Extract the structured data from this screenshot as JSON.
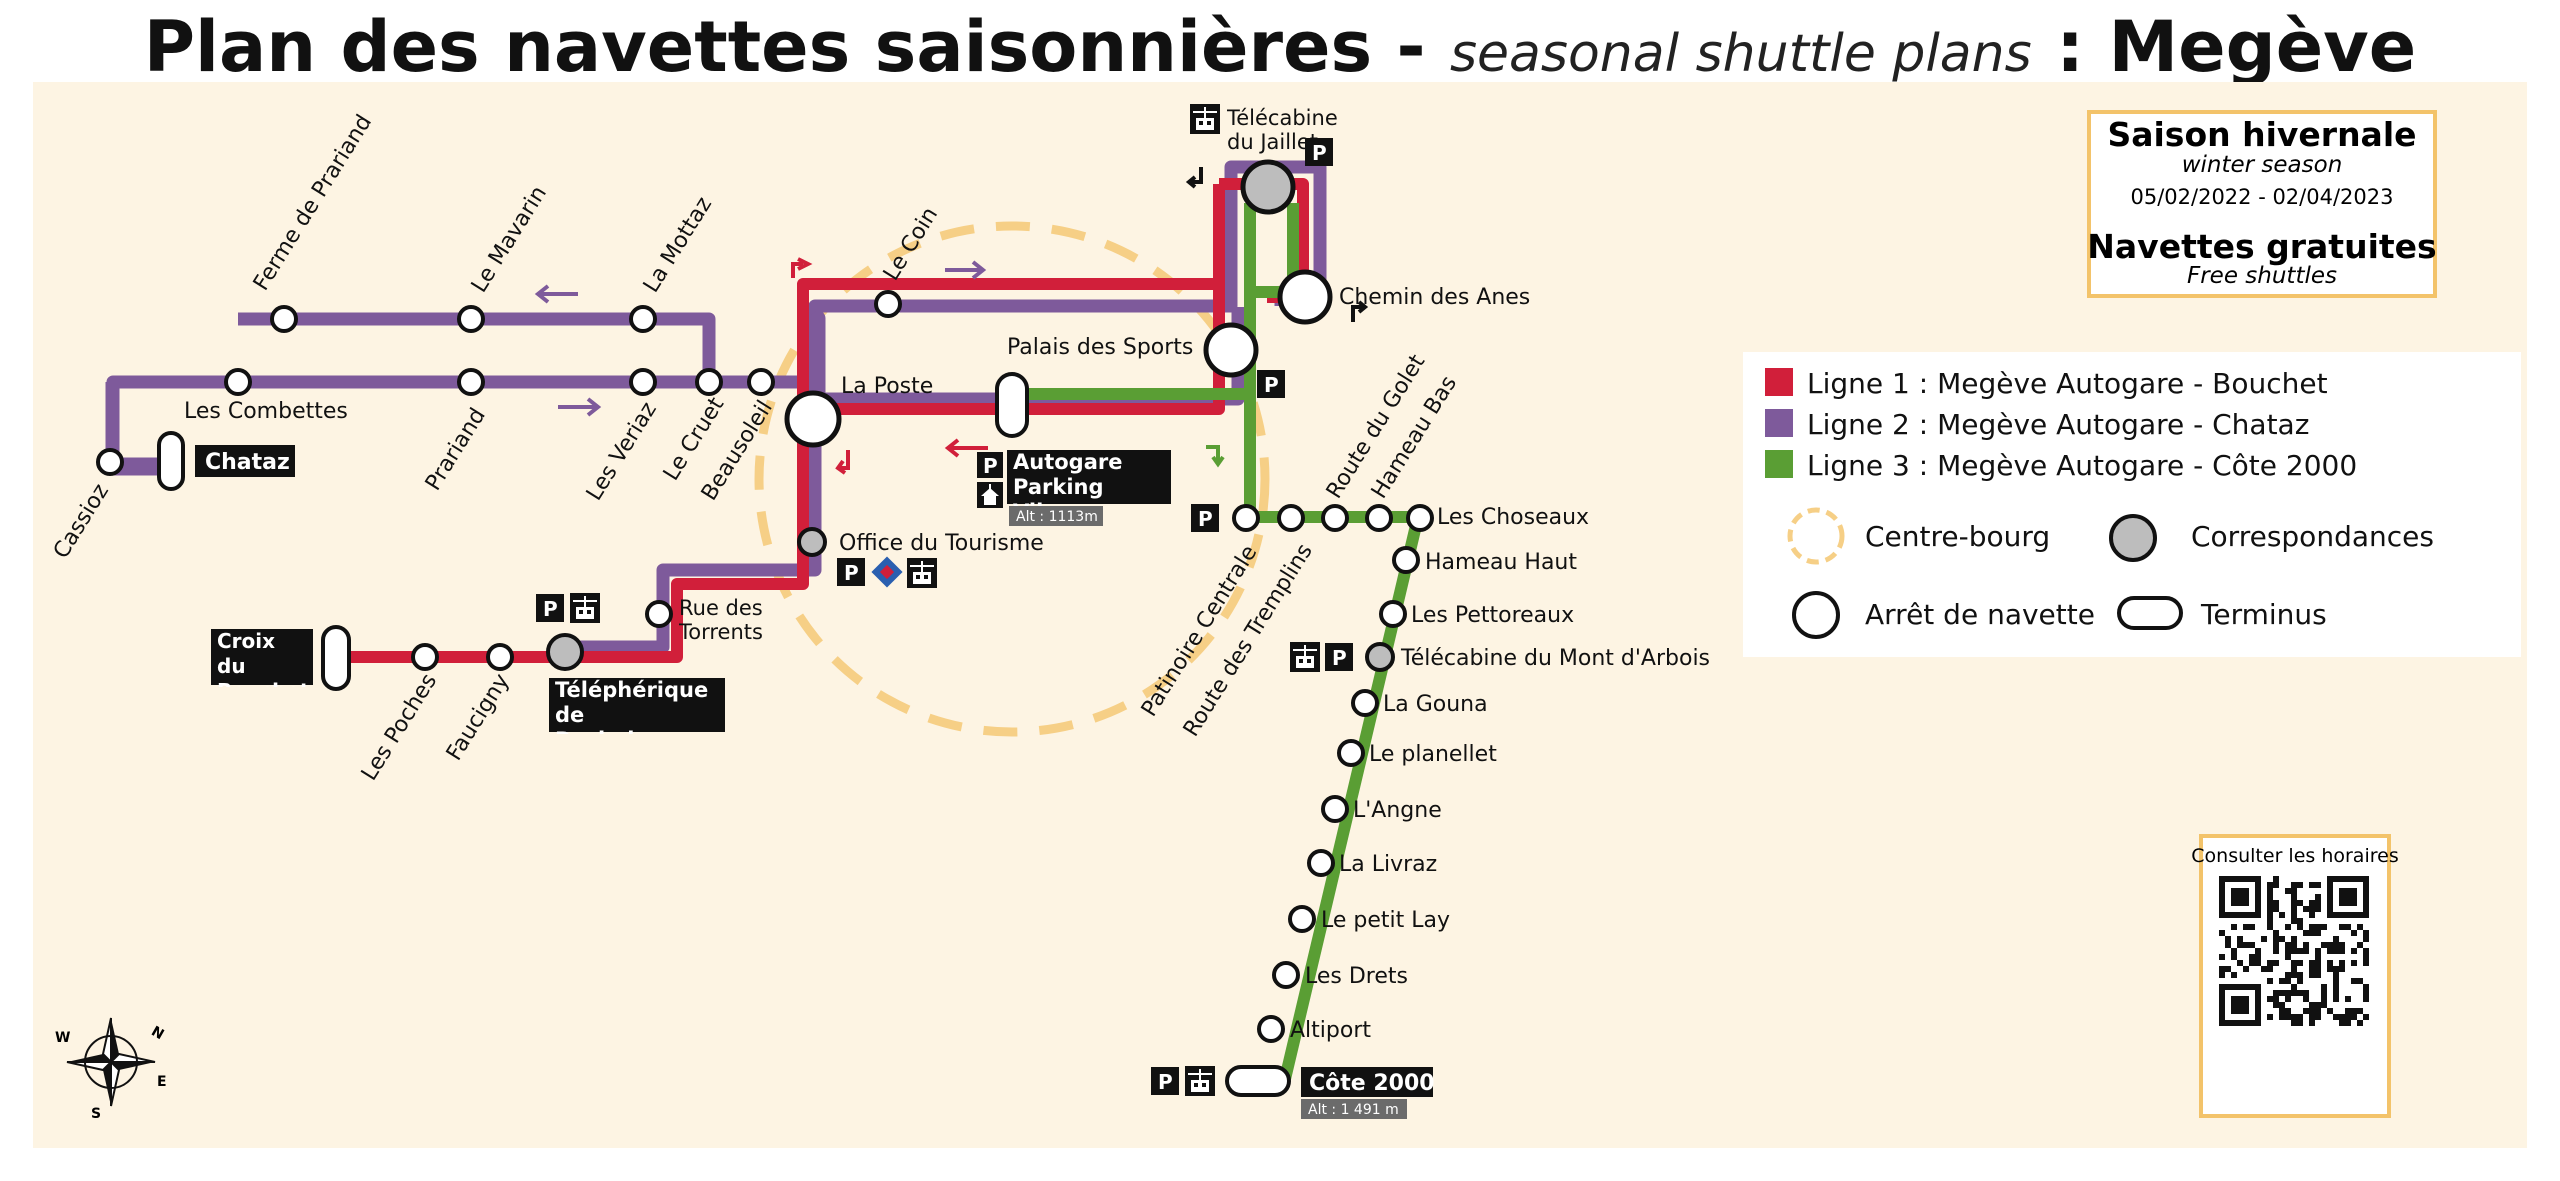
{
  "title": {
    "main": "Plan des navettes saisonnières - ",
    "sub": "seasonal shuttle plans",
    "place": " : Megève"
  },
  "season": {
    "title": "Saison hivernale",
    "subtitle": "winter season",
    "dates": "05/02/2022 - 02/04/2023",
    "free_title": "Navettes gratuites",
    "free_subtitle": "Free shuttles"
  },
  "legend": {
    "line1": "Ligne 1  : Megève Autogare - Bouchet",
    "line2": "Ligne 2 : Megève Autogare - Chataz",
    "line3": "Ligne 3 : Megève Autogare - Côte 2000",
    "centre_bourg": "Centre-bourg",
    "correspondances": "Correspondances",
    "arret": "Arrêt de navette",
    "terminus": "Terminus"
  },
  "colors": {
    "line1": "#d11f3a",
    "line2": "#7e5a9b",
    "line3": "#5a9e34",
    "background": "#fdf4e3",
    "centre_bourg": "#f6cf86",
    "transfer_stop": "#bdbdbd"
  },
  "qr": {
    "label": "Consulter les horaires"
  },
  "stops": {
    "cassioz": "Cassioz",
    "chataz": "Chataz",
    "les_combettes": "Les Combettes",
    "ferme_de_prariand": "Ferme de Prariand",
    "prariand": "Prariand",
    "le_mavarin": "Le Mavarin",
    "les_veriaz": "Les Veriaz",
    "la_mottaz": "La Mottaz",
    "le_cruet": "Le Cruet",
    "beausoleil": "Beausoleil",
    "le_coin": "Le Coin",
    "la_poste": "La Poste",
    "office_tourisme": "Office du Tourisme",
    "rue_des_torrents": "Rue des Torrents",
    "telepherique": "Téléphérique de Rochebrune",
    "faucigny": "Faucigny",
    "les_poches": "Les Poches",
    "croix_du_bouchet": "Croix du Bouchet",
    "autogare": "Autogare Parking Vilage",
    "autogare_alt": "Alt : 1113m",
    "palais_des_sports": "Palais des Sports",
    "chemin_des_anes": "Chemin des Anes",
    "telecabine_jaillet": "Télécabine du Jaillet",
    "patinoire_centrale": "Patinoire Centrale",
    "route_des_tremplins": "Route des Tremplins",
    "route_du_golet": "Route du Golet",
    "hameau_bas": "Hameau Bas",
    "les_choseaux": "Les Choseaux",
    "hameau_haut": "Hameau Haut",
    "les_pettoreaux": "Les Pettoreaux",
    "telecabine_mont_arbois": "Télécabine du Mont d'Arbois",
    "la_gouna": "La Gouna",
    "le_planellet": "Le planellet",
    "l_angne": "L'Angne",
    "la_livraz": "La Livraz",
    "le_petit_lay": "Le petit Lay",
    "les_drets": "Les Drets",
    "altiport": "Altiport",
    "cote_2000": "Côte 2000",
    "cote_2000_alt": "Alt : 1 491 m"
  },
  "icons": {
    "parking": "P",
    "cable_car": "cable-car-icon",
    "compass": "compass-rose-icon",
    "compass_letters": {
      "n": "N",
      "e": "E",
      "s": "S",
      "w": "W"
    }
  }
}
